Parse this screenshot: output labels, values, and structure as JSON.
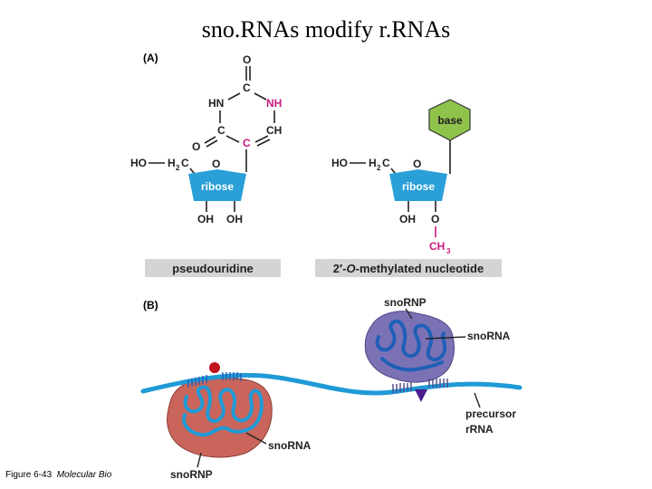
{
  "title": "sno.RNAs modify r.RNAs",
  "caption": {
    "figure": "Figure 6-43",
    "book": "Molecular Bio"
  },
  "panel_a": {
    "label": "(A)",
    "pseudouridine": {
      "atom_o_top": "O",
      "atom_c_top": "C",
      "atom_hn": "HN",
      "atom_nh": "NH",
      "atom_c_left": "C",
      "atom_c_right": "C",
      "atom_ch": "CH",
      "atom_o_left": "O",
      "atom_ho": "HO",
      "atom_h2": "H",
      "atom_sub2": "2",
      "atom_cc": "C",
      "atom_o_ring": "O",
      "ring_label": "ribose",
      "atom_oh1": "OH",
      "atom_oh2": "OH",
      "name": "pseudouridine"
    },
    "methylated": {
      "base_label": "base",
      "atom_ho": "HO",
      "atom_h2": "H",
      "atom_sub2": "2",
      "atom_cc": "C",
      "atom_o_ring": "O",
      "ring_label": "ribose",
      "atom_oh": "OH",
      "atom_o": "O",
      "atom_ch": "CH",
      "atom_sub3": "3",
      "name_prefix": "2′-",
      "name_o": "O",
      "name_suffix": "-methylated nucleotide"
    }
  },
  "panel_b": {
    "label": "(B)",
    "snornp_top": "snoRNP",
    "snorna_top": "snoRNA",
    "precursor_line1": "precursor",
    "precursor_line2": "rRNA",
    "snorna_bottom": "snoRNA",
    "snornp_bottom": "snoRNP"
  },
  "colors": {
    "magenta": "#c8197e",
    "ribose_blue": "#2a9fd8",
    "base_green": "#8fc34c",
    "label_bar": "#d4d4d4",
    "rna_blue": "#1f9ad6",
    "protein_orange": "#c9655b",
    "protein_purple": "#7b72b6",
    "dark_red": "#c0141c",
    "dark_purple": "#4b1c8c"
  }
}
